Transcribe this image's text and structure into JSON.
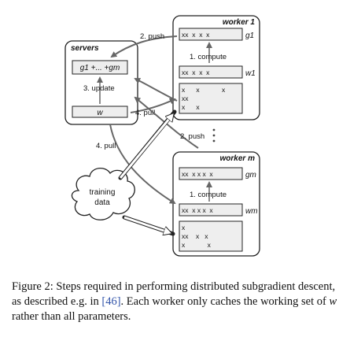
{
  "diagram": {
    "servers": {
      "title": "servers",
      "gradient_sum": "g1 +... +gm",
      "update_label": "3. update",
      "w_label": "w"
    },
    "worker1": {
      "title": "worker 1",
      "g_row": "xx  x  x  x",
      "g_label": "g1",
      "compute_label": "1. compute",
      "w_row": "xx  x  x  x",
      "w_label": "w1",
      "data_rows": [
        "x      x            x",
        "xx",
        "x      x"
      ]
    },
    "workerm": {
      "title": "worker m",
      "g_row": "xx  x x x  x",
      "g_label": "gm",
      "compute_label": "1. compute",
      "w_row": "xx  x x x  x",
      "w_label": "wm",
      "data_rows": [
        "x",
        "xx    x   x",
        "x            x"
      ]
    },
    "arrows": {
      "push_top": "2. push",
      "pull_right": "4. pull",
      "push_mid": "2. push",
      "pull_left": "4. pull"
    },
    "training_data": {
      "line1": "training",
      "line2": "data"
    }
  },
  "caption": {
    "prefix": "Figure 2: Steps required in performing distributed subgradient descent, as described e.g. in ",
    "ref": "[46]",
    "middle": ". Each worker only caches the working set of ",
    "var": "w",
    "suffix": " rather than all parameters."
  },
  "colors": {
    "arrow": "#666666",
    "box_border": "#222222",
    "inner_fill": "#eeeeee"
  }
}
